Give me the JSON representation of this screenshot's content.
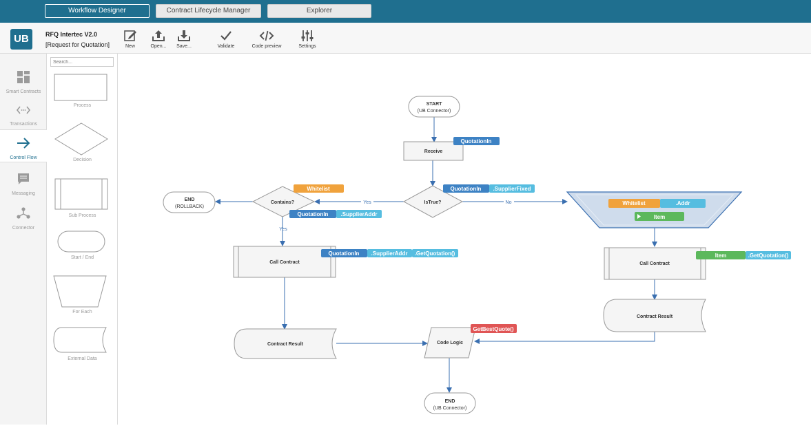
{
  "top_tabs": [
    {
      "label": "Workflow Designer"
    },
    {
      "label": "Contract Lifecycle Manager"
    },
    {
      "label": "Explorer"
    }
  ],
  "app": {
    "logo_text": "UB",
    "title": "RFQ Intertec V2.0",
    "subtitle": "[Request for Quotation]"
  },
  "toolbar": {
    "new": "New",
    "open": "Open...",
    "save": "Save...",
    "validate": "Validate",
    "code_preview": "Code preview",
    "settings": "Settings"
  },
  "nav": {
    "smart_contracts": "Smart Contracts",
    "transactions": "Transactions",
    "control_flow": "Control Flow",
    "messaging": "Messaging",
    "connector": "Connector"
  },
  "palette": {
    "search_placeholder": "Search...",
    "process": "Process",
    "decision": "Decision",
    "sub_process": "Sub Process",
    "start_end": "Start / End",
    "for_each": "For Each",
    "external_data": "External Data"
  },
  "flow": {
    "start": {
      "line1": "START",
      "line2": "(UB Connector)"
    },
    "receive": "Receive",
    "istrue": "IsTrue?",
    "contains": "Contains?",
    "end_rollback": {
      "line1": "END",
      "line2": "(ROLLBACK)"
    },
    "call_contract_left": "Call Contract",
    "call_contract_right": "Call Contract",
    "contract_result_left": "Contract Result",
    "contract_result_right": "Contract Result",
    "code_logic": "Code Logic",
    "end_final": {
      "line1": "END",
      "line2": "(UB Connector)"
    },
    "yes_left": "Yes",
    "yes_down": "Yes",
    "no": "No",
    "chips": {
      "receive_quotationin": "QuotationIn",
      "istrue_quotationin": "QuotationIn",
      "istrue_supplierfixed": ".SupplierFixed",
      "contains_whitelist": "Whitelist",
      "contains_quotationin": "QuotationIn",
      "contains_supplieraddr": ".SupplierAddr",
      "cc_left_quotationin": "QuotationIn",
      "cc_left_supplieraddr": ".SupplierAddr",
      "cc_left_getquotation": ".GetQuotation()",
      "foreach_whitelist": "Whitelist",
      "foreach_addr": ".Addr",
      "foreach_item": "Item",
      "cc_right_item": "Item",
      "cc_right_getquotation": ".GetQuotation()",
      "code_getbestquote": "GetBestQuote()"
    }
  },
  "colors": {
    "brand": "#1f6f8f",
    "chip_dark_blue": "#3d82c4",
    "chip_light_blue": "#56bde0",
    "chip_orange": "#f0a23c",
    "chip_green": "#5cb85c",
    "chip_red": "#e05555",
    "connector": "#3a6fb0"
  }
}
